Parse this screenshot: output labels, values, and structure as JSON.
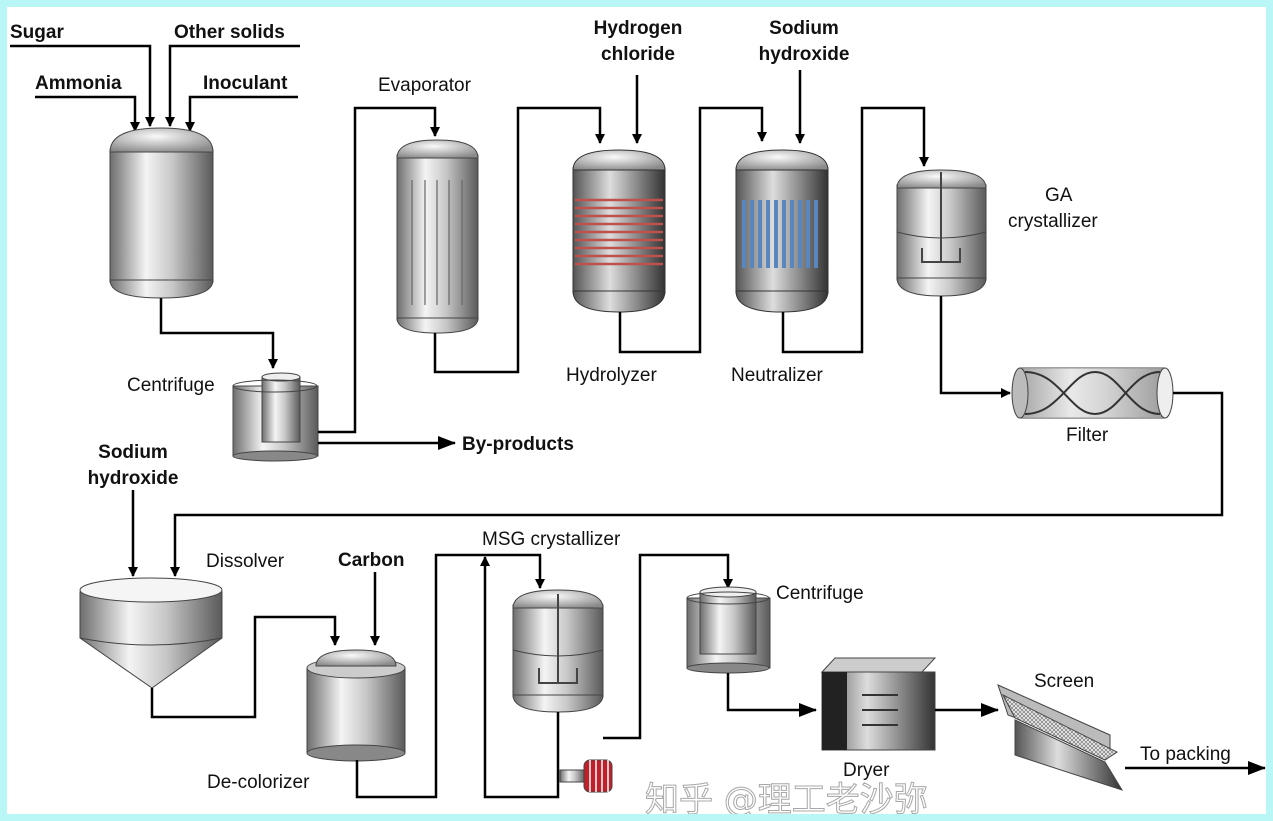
{
  "feeds": {
    "sugar": "Sugar",
    "other_solids": "Other solids",
    "ammonia": "Ammonia",
    "inoculant": "Inoculant"
  },
  "equipment": {
    "evaporator": "Evaporator",
    "centrifuge_1": "Centrifuge",
    "hydrolyzer": "Hydrolyzer",
    "neutralizer": "Neutralizer",
    "ga_crystallizer_1": "GA",
    "ga_crystallizer_2": "crystallizer",
    "filter": "Filter",
    "dissolver": "Dissolver",
    "decolorizer": "De-colorizer",
    "msg_crystallizer": "MSG crystallizer",
    "centrifuge_2": "Centrifuge",
    "dryer": "Dryer",
    "screen": "Screen"
  },
  "inputs": {
    "hcl_1": "Hydrogen",
    "hcl_2": "chloride",
    "naoh_a_1": "Sodium",
    "naoh_a_2": "hydroxide",
    "naoh_b_1": "Sodium",
    "naoh_b_2": "hydroxide",
    "carbon": "Carbon"
  },
  "outputs": {
    "byproducts": "By-products",
    "packing": "To packing"
  },
  "watermark": "知乎 @理工老沙弥",
  "colors": {
    "border": "#b9f6f6",
    "coil": "#c0504d",
    "tubes": "#5a86c0",
    "pump": "#c0202a"
  }
}
